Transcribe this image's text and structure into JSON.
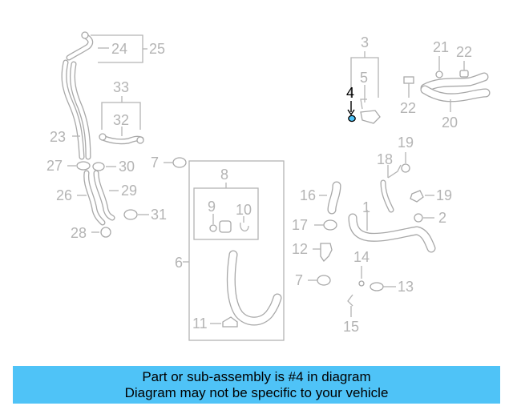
{
  "diagram": {
    "highlighted_part": "4",
    "callouts": [
      {
        "id": "c1",
        "text": "1"
      },
      {
        "id": "c2",
        "text": "2"
      },
      {
        "id": "c3",
        "text": "3"
      },
      {
        "id": "c4",
        "text": "4"
      },
      {
        "id": "c5",
        "text": "5"
      },
      {
        "id": "c6",
        "text": "6"
      },
      {
        "id": "c7a",
        "text": "7"
      },
      {
        "id": "c7b",
        "text": "7"
      },
      {
        "id": "c8",
        "text": "8"
      },
      {
        "id": "c9",
        "text": "9"
      },
      {
        "id": "c10",
        "text": "10"
      },
      {
        "id": "c11",
        "text": "11"
      },
      {
        "id": "c12",
        "text": "12"
      },
      {
        "id": "c13",
        "text": "13"
      },
      {
        "id": "c14",
        "text": "14"
      },
      {
        "id": "c15",
        "text": "15"
      },
      {
        "id": "c16",
        "text": "16"
      },
      {
        "id": "c17",
        "text": "17"
      },
      {
        "id": "c18",
        "text": "18"
      },
      {
        "id": "c19a",
        "text": "19"
      },
      {
        "id": "c19b",
        "text": "19"
      },
      {
        "id": "c20",
        "text": "20"
      },
      {
        "id": "c21",
        "text": "21"
      },
      {
        "id": "c22a",
        "text": "22"
      },
      {
        "id": "c22b",
        "text": "22"
      },
      {
        "id": "c23",
        "text": "23"
      },
      {
        "id": "c24",
        "text": "24"
      },
      {
        "id": "c25",
        "text": "25"
      },
      {
        "id": "c26",
        "text": "26"
      },
      {
        "id": "c27",
        "text": "27"
      },
      {
        "id": "c28",
        "text": "28"
      },
      {
        "id": "c29",
        "text": "29"
      },
      {
        "id": "c30",
        "text": "30"
      },
      {
        "id": "c31",
        "text": "31"
      },
      {
        "id": "c32",
        "text": "32"
      },
      {
        "id": "c33",
        "text": "33"
      }
    ],
    "colors": {
      "callout": "#b4b4b4",
      "highlight": "#000000",
      "highlight_part": "#4fc3f7"
    }
  },
  "banner": {
    "line1": "Part or sub-assembly is #4 in diagram",
    "line2": "Diagram may not be specific to your vehicle",
    "background": "#4fc3f7"
  }
}
